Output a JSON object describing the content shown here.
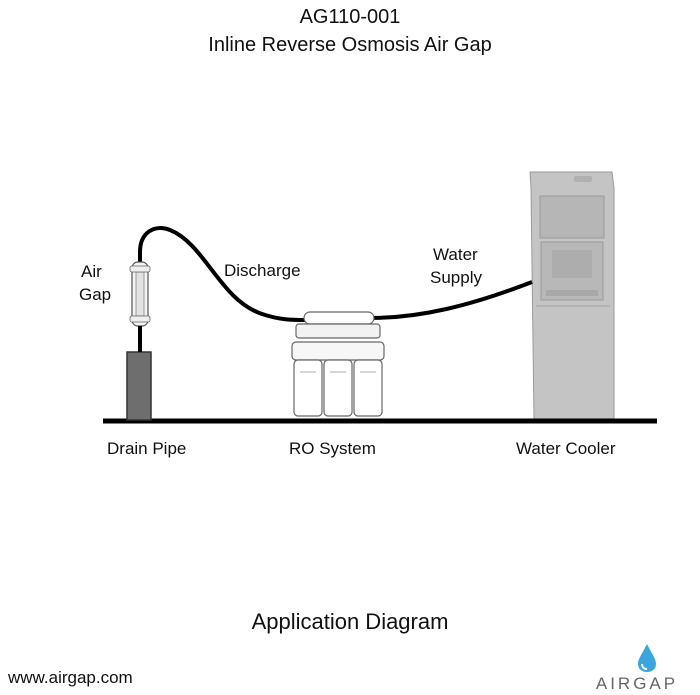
{
  "header": {
    "model": "AG110-001",
    "product_name": "Inline Reverse Osmosis Air Gap"
  },
  "labels": {
    "air_gap_line1": "Air",
    "air_gap_line2": "Gap",
    "discharge": "Discharge",
    "water_supply_line1": "Water",
    "water_supply_line2": "Supply",
    "drain_pipe": "Drain Pipe",
    "ro_system": "RO System",
    "water_cooler": "Water Cooler"
  },
  "footer": {
    "title": "Application Diagram",
    "website": "www.airgap.com",
    "logo_text": "AIRGAP"
  },
  "colors": {
    "line": "#000000",
    "drain": "#6e6e6e",
    "cooler": "#c4c4c4",
    "filter": "#ffffff",
    "logo_blue": "#3aa6dd",
    "logo_gray": "#666666"
  }
}
